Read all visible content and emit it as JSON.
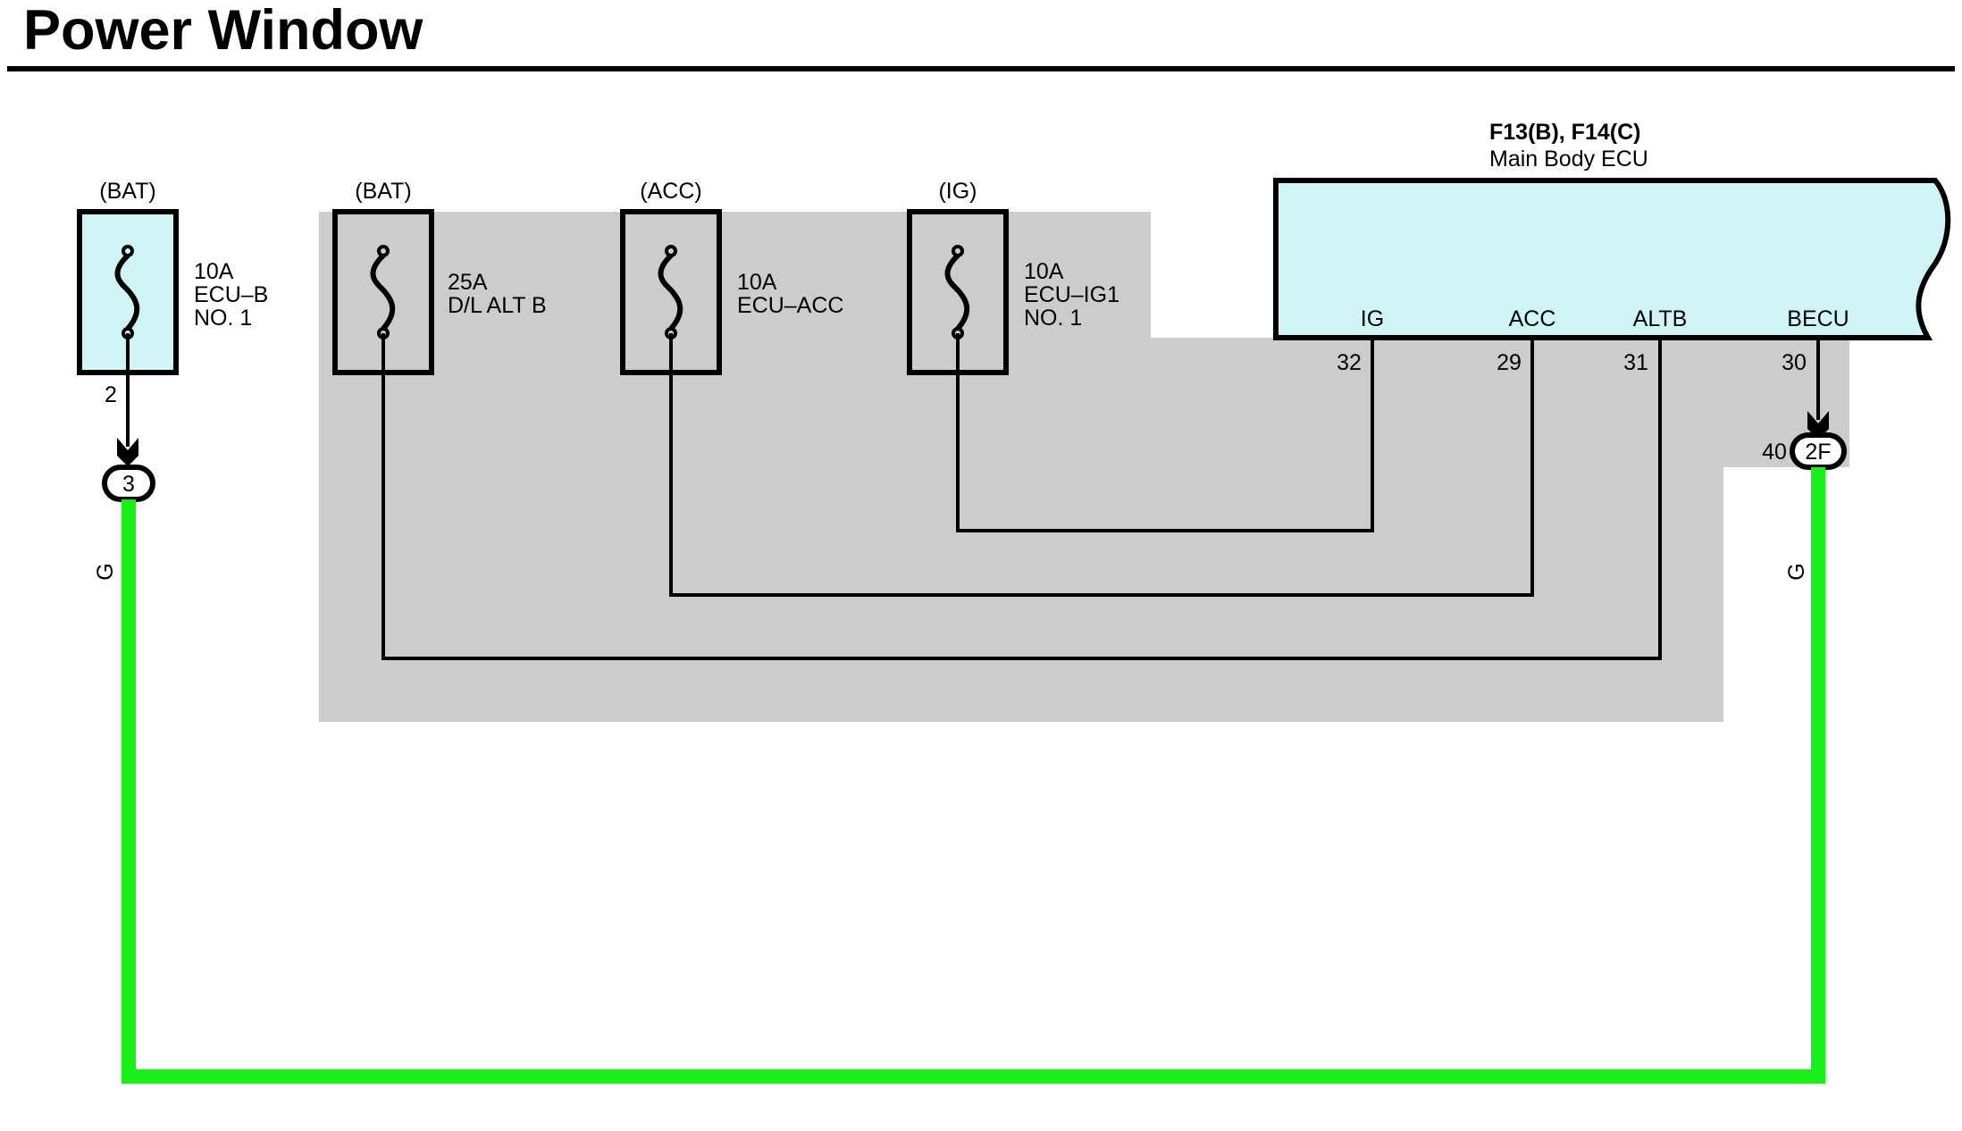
{
  "title": "Power Window",
  "colors": {
    "fuse_highlight": "#cff5f7",
    "ecu_fill": "#cff5f7",
    "shaded_area": "#cccccc",
    "wire_green": "#19f019",
    "wire_black": "#000000"
  },
  "fuses": [
    {
      "source": "(BAT)",
      "rating": "10A",
      "name_line1": "ECU–B",
      "name_line2": "NO. 1",
      "pin": "2",
      "highlighted": true
    },
    {
      "source": "(BAT)",
      "rating": "25A",
      "name_line1": "D/L ALT B",
      "name_line2": "",
      "highlighted": false
    },
    {
      "source": "(ACC)",
      "rating": "10A",
      "name_line1": "ECU–ACC",
      "name_line2": "",
      "highlighted": false
    },
    {
      "source": "(IG)",
      "rating": "10A",
      "name_line1": "ECU–IG1",
      "name_line2": "NO. 1",
      "highlighted": false
    }
  ],
  "ecu": {
    "connectors": "F13(B), F14(C)",
    "name": "Main Body ECU",
    "terminals": [
      {
        "name": "IG",
        "pin": "32"
      },
      {
        "name": "ACC",
        "pin": "29"
      },
      {
        "name": "ALTB",
        "pin": "31"
      },
      {
        "name": "BECU",
        "pin": "30"
      }
    ]
  },
  "junctions": {
    "left": {
      "label": "3"
    },
    "right": {
      "label": "2F",
      "pin": "40"
    }
  },
  "wire_colors": {
    "left": "G",
    "right": "G"
  }
}
